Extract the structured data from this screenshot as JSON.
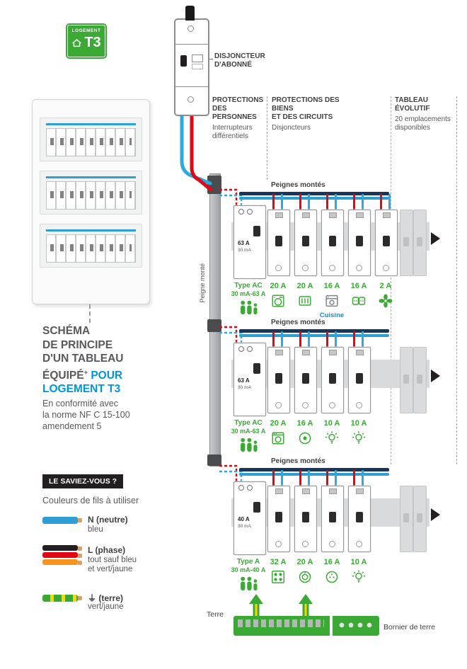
{
  "badge": {
    "label": "LOGEMENT",
    "code": "T3"
  },
  "intro": {
    "title_lines": [
      "SCHÉMA",
      "DE PRINCIPE",
      "D'UN TABLEAU"
    ],
    "title_equipe": "ÉQUIPÉ",
    "title_plus": "+",
    "title_pour": " POUR",
    "title_logement": "LOGEMENT T3",
    "subtitle_lines": [
      "En conformité avec",
      "la norme NF C 15-100",
      "amendement 5"
    ]
  },
  "saviez": {
    "header": "LE SAVIEZ-VOUS ?",
    "subtitle": "Couleurs de fils à utiliser",
    "wires": [
      {
        "name": "N (neutre)",
        "desc": "bleu",
        "icon": "blue-wire-icon"
      },
      {
        "name": "L (phase)",
        "desc1": "tout sauf bleu",
        "desc2": "et vert/jaune",
        "icon": "phase-wires-icon"
      },
      {
        "name": "⏚ (terre)",
        "desc": "vert/jaune",
        "icon": "earth-wire-icon"
      }
    ]
  },
  "top": {
    "device_label1": "DISJONCTEUR",
    "device_label2": "D'ABONNÉ",
    "col1_b1": "PROTECTIONS",
    "col1_b2": "DES PERSONNES",
    "col1_r1": "Interrupteurs",
    "col1_r2": "différentiels",
    "col2_b1": "PROTECTIONS DES BIENS",
    "col2_b2": "ET DES CIRCUITS",
    "col2_r1": "Disjoncteurs",
    "col3_b1": "TABLEAU",
    "col3_b2": "ÉVOLUTIF",
    "col3_r1": "20 emplacements",
    "col3_r2": "disponibles"
  },
  "peigne_vertical": "Peigne monté",
  "rows": [
    {
      "peignes_label": "Peignes montés",
      "diff": {
        "amp": "63 A",
        "ma": "30 mA",
        "type": "Type AC",
        "rating": "30 mA-63 A",
        "icon": "family-icon"
      },
      "breakers": [
        {
          "amp": "20 A",
          "icon": "washing-machine-icon"
        },
        {
          "amp": "20 A",
          "icon": "radiator-icon"
        },
        {
          "amp": "16 A",
          "icon": "oven-icon",
          "note": "Cuisine"
        },
        {
          "amp": "16 A",
          "icon": "sockets-icon"
        },
        {
          "amp": "2 A",
          "icon": "fan-icon"
        }
      ]
    },
    {
      "peignes_label": "Peignes montés",
      "diff": {
        "amp": "63 A",
        "ma": "30 mA",
        "type": "Type AC",
        "rating": "30 mA-63 A",
        "icon": "family-icon"
      },
      "breakers": [
        {
          "amp": "20 A",
          "icon": "dishwasher-icon"
        },
        {
          "amp": "16 A",
          "icon": "burner-icon"
        },
        {
          "amp": "10 A",
          "icon": "light-icon"
        },
        {
          "amp": "10 A",
          "icon": "light-icon"
        }
      ]
    },
    {
      "peignes_label": "Peignes montés",
      "diff": {
        "amp": "40 A",
        "ma": "30 mA",
        "type": "Type A",
        "rating": "30 mA-40 A",
        "icon": "family-icon"
      },
      "breakers": [
        {
          "amp": "32 A",
          "icon": "hob-icon"
        },
        {
          "amp": "20 A",
          "icon": "washer-round-icon"
        },
        {
          "amp": "16 A",
          "icon": "plug-icon"
        },
        {
          "amp": "10 A",
          "icon": "light-icon"
        }
      ]
    }
  ],
  "earth": {
    "terre_label": "Terre",
    "bornier_label": "Bornier de terre"
  },
  "colors": {
    "brand_green": "#3aaa35",
    "title_blue": "#0095db",
    "wire_blue": "#29abe2",
    "wire_red": "#e30613",
    "comb_navy": "#18355e",
    "text_dark": "#58595b"
  }
}
